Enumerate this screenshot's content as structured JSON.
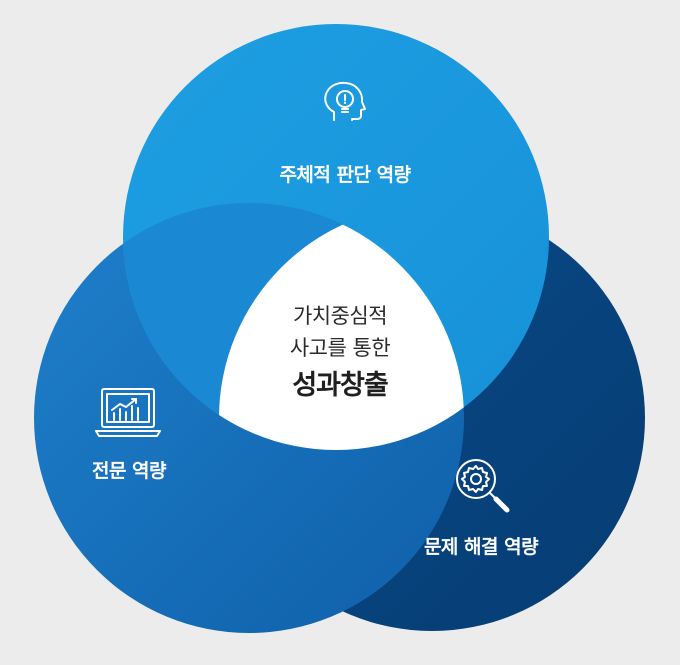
{
  "circles": {
    "top": {
      "label": "주체적 판단 역량",
      "icon": "head-lightbulb-icon"
    },
    "left": {
      "label": "전문 역량",
      "icon": "laptop-chart-icon"
    },
    "right": {
      "label": "문제 해결 역량",
      "icon": "gear-magnifier-icon"
    }
  },
  "center": {
    "line1": "가치중심적",
    "line2": "사고를 통한",
    "highlight": "성과창출"
  },
  "colors": {
    "background": "#ececec",
    "top_circle": "#1a9ce0",
    "left_circle": "#1c72c0",
    "right_circle": "#0a4a8a",
    "center": "#ffffff"
  }
}
